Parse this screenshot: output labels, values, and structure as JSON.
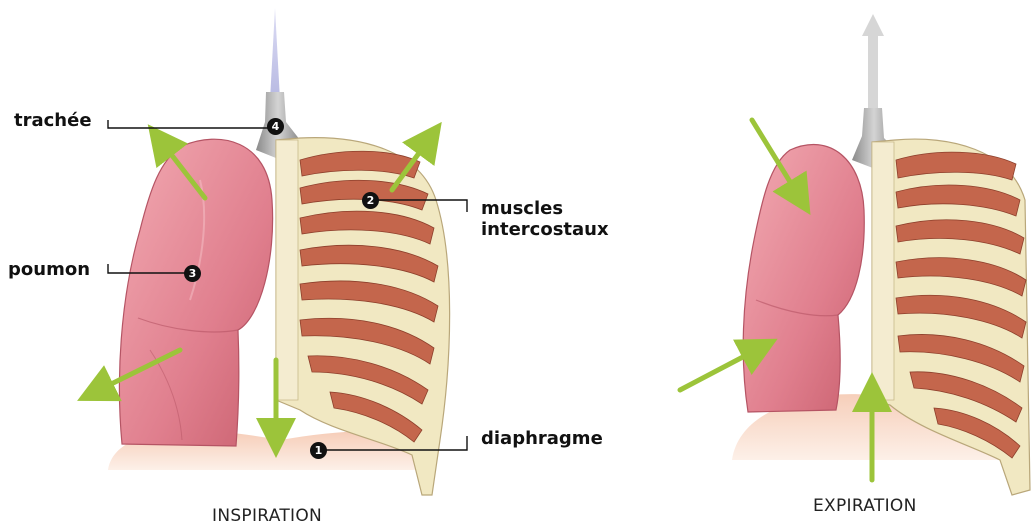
{
  "labels": {
    "trachee": "trachée",
    "poumon": "poumon",
    "muscles": "muscles\nintercostaux",
    "diaphragme": "diaphragme"
  },
  "badges": {
    "diaphragme": "1",
    "muscles": "2",
    "poumon": "3",
    "trachee": "4"
  },
  "captions": {
    "inspiration": "INSPIRATION",
    "expiration": "EXPIRATION"
  },
  "colors": {
    "lung": "#e07f8e",
    "muscle": "#c4664c",
    "rib": "#f1e8c2",
    "diaphragm": "#f2c0a8",
    "arrow_green": "#9cc43a",
    "trachea_arrow": "#c9cbe8"
  }
}
